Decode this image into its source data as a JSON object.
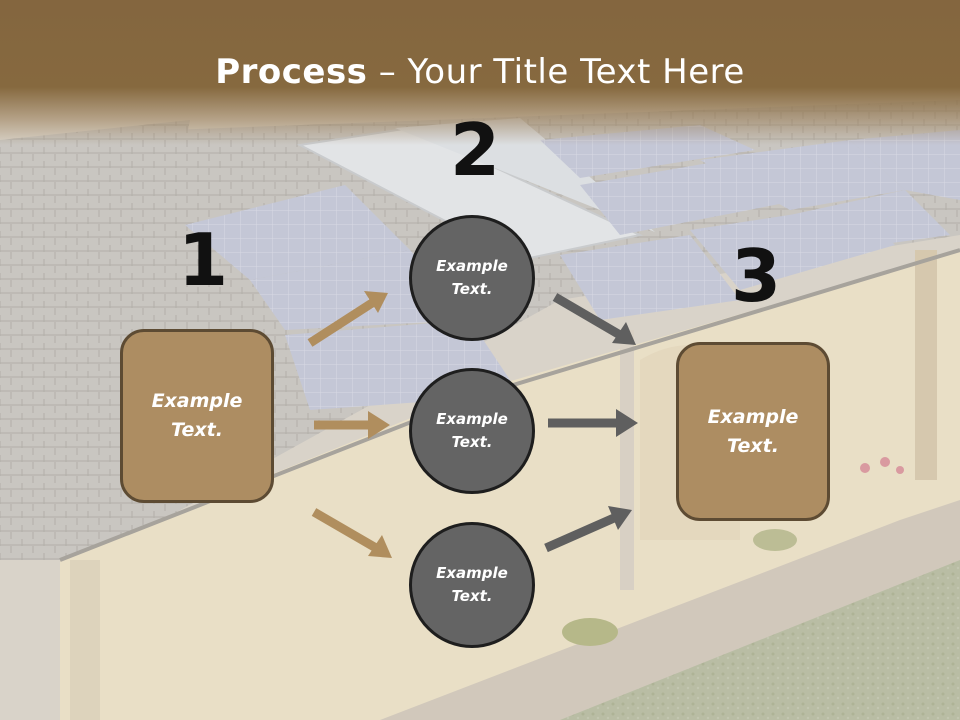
{
  "slide": {
    "title_bold": "Process",
    "title_rest": " – Your Title Text Here"
  },
  "steps": {
    "step1_number": "1",
    "step2_number": "2",
    "step3_number": "3"
  },
  "nodes": {
    "left_box": "Example\nText.",
    "right_box": "Example\nText.",
    "circle_top": "Example\nText.",
    "circle_middle": "Example\nText.",
    "circle_bottom": "Example\nText."
  },
  "colors": {
    "title_band": "#84663f",
    "box_fill": "#ad8d62",
    "circle_fill": "#646464",
    "arrow_tan": "#b08e5e",
    "arrow_gray": "#5f5f5f"
  },
  "icons": [
    "arrow-icon"
  ]
}
